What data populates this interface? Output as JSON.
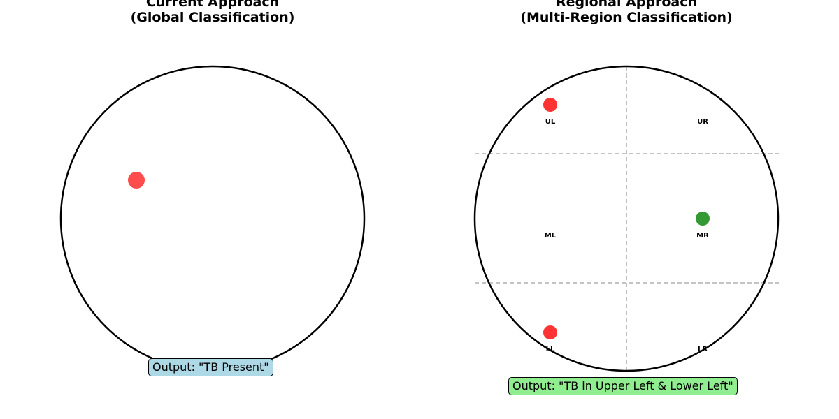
{
  "left_panel": {
    "title_line1": "Current Approach",
    "title_line2": "(Global Classification)",
    "output_text": "Output: \"TB Present\"",
    "output_bg": "#add8e6",
    "lesions": [
      {
        "color": "#ff0000",
        "opacity": 0.7
      }
    ]
  },
  "right_panel": {
    "title_line1": "Regional Approach",
    "title_line2": "(Multi-Region Classification)",
    "output_text": "Output: \"TB in Upper Left & Lower Left\"",
    "output_bg": "#90ee90",
    "regions": [
      {
        "id": "UL",
        "label": "UL",
        "status": "tb",
        "color": "#ff0000"
      },
      {
        "id": "UR",
        "label": "UR",
        "status": "none"
      },
      {
        "id": "ML",
        "label": "ML",
        "status": "none"
      },
      {
        "id": "MR",
        "label": "MR",
        "status": "normal",
        "color": "#008000"
      },
      {
        "id": "LL",
        "label": "LL",
        "status": "tb",
        "color": "#ff0000"
      },
      {
        "id": "LR",
        "label": "LR",
        "status": "none"
      }
    ],
    "grid_line_color": "#b0b0b0"
  }
}
